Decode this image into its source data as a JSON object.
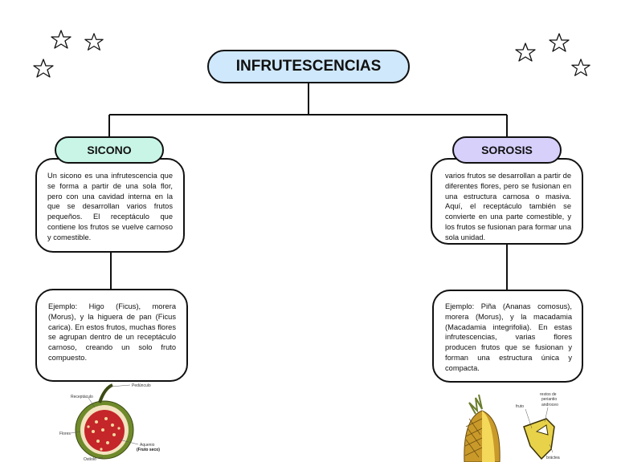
{
  "title": "INFRUTESCENCIAS",
  "sicono": {
    "label": "SICONO",
    "definition": "Un sicono es una infrutescencia que se forma a partir de una sola flor, pero con una cavidad interna en la que se desarrollan varios frutos pequeños. El receptáculo que contiene los frutos se vuelve carnoso y comestible.",
    "example": "Ejemplo: Higo (Ficus), morera (Morus), y la higuera de pan (Ficus carica). En estos frutos, muchas flores se agrupan dentro de un receptáculo carnoso, creando un solo fruto compuesto.",
    "figure_labels": {
      "peduncle": "Pedúnculo",
      "receptacle": "Receptáculo",
      "flowers": "Flores",
      "achene": "Aquenio",
      "achene_note": "(Fruto seco)",
      "ostiole": "Ostíolo"
    }
  },
  "sorosis": {
    "label": "SOROSIS",
    "definition": "varios frutos se desarrollan a partir de diferentes flores, pero se fusionan en una estructura carnosa o masiva. Aquí, el receptáculo también se convierte en una parte comestible, y los frutos se fusionan para formar una sola unidad.",
    "example": "Ejemplo: Piña (Ananas comosus), morera (Morus), y la macadamia (Macadamia integrifolia). En estas infrutescencias, varias flores producen frutos que se fusionan y forman una estructura única y compacta.",
    "figure_labels": {
      "remains": "restos de",
      "perianth": "periantio",
      "androecium": "androceo",
      "fruit": "fruto",
      "bract": "bráctea"
    }
  },
  "colors": {
    "title_fill": "#cfe8fb",
    "sicono_fill": "#c8f5e6",
    "sorosis_fill": "#d6d0fb",
    "stroke": "#111111"
  }
}
